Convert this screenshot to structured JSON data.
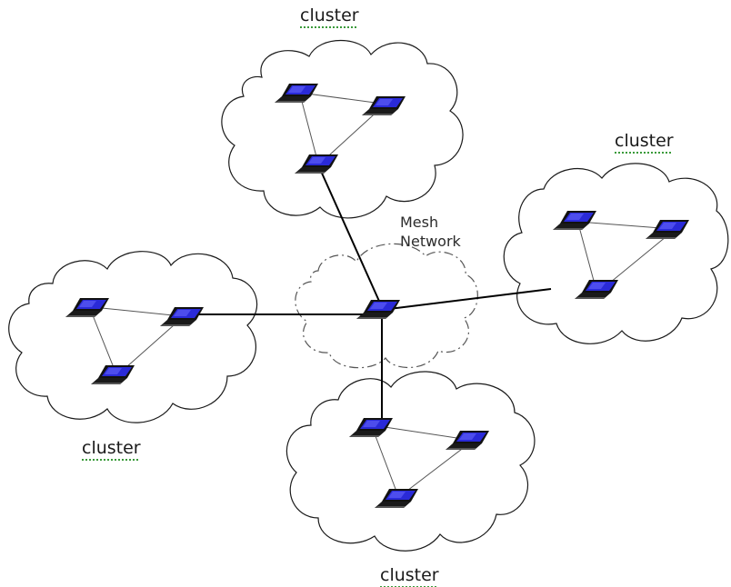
{
  "labels": {
    "cluster_top": "cluster",
    "cluster_right": "cluster",
    "cluster_left": "cluster",
    "cluster_bottom": "cluster",
    "mesh_line1": "Mesh",
    "mesh_line2": "Network"
  },
  "colors": {
    "cloud_stroke": "#1a1a1a",
    "mesh_cloud_stroke": "#555555",
    "link": "#000000",
    "laptop_screen": "#2a2ad8",
    "laptop_body": "#111111",
    "label_underline": "#3a9a3a"
  },
  "icons": {
    "node": "laptop-icon",
    "cloud": "cloud-shape"
  }
}
